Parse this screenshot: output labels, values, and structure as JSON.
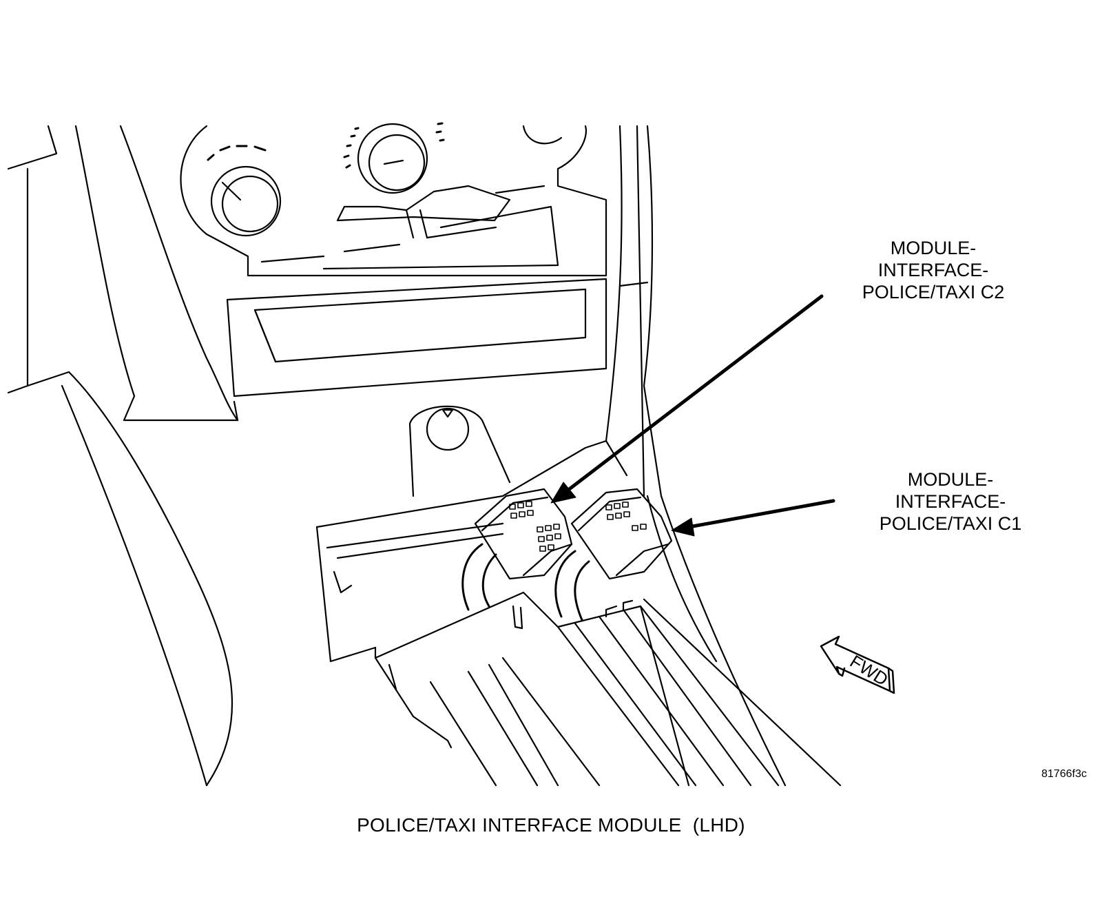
{
  "callouts": {
    "c2": {
      "line1": "MODULE-",
      "line2": "INTERFACE-",
      "line3": "POLICE/TAXI C2"
    },
    "c1": {
      "line1": "MODULE-",
      "line2": "INTERFACE-",
      "line3": "POLICE/TAXI C1"
    }
  },
  "direction_indicator": {
    "text": "FWD",
    "icon": "forward-arrow-icon"
  },
  "figure_id": "81766f3c",
  "caption": "POLICE/TAXI INTERFACE MODULE  (LHD)",
  "colors": {
    "line": "#000000",
    "background": "#ffffff"
  }
}
